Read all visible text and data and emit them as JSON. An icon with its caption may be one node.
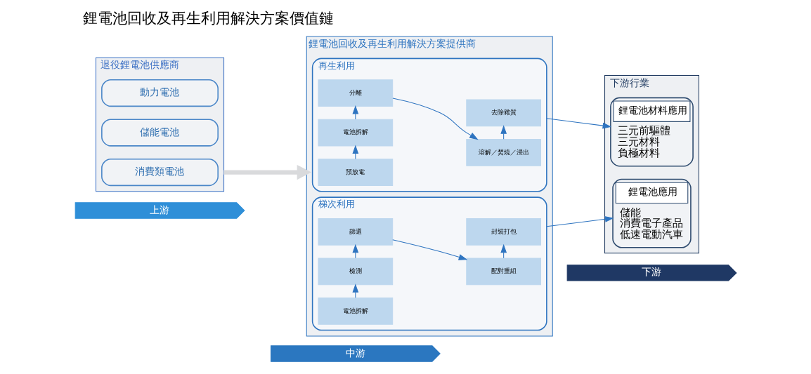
{
  "diagram": {
    "title": "鋰電池回收及再生利用解決方案價值鏈",
    "nodes": [
      {
        "text": [
          "上游"
        ]
      },
      {
        "text": [
          "中游"
        ]
      },
      {
        "text": [
          "下游"
        ]
      },
      {
        "text": [
          "退役鋰電池供應商"
        ]
      },
      {
        "text": [
          "動力電池"
        ],
        "in": 3
      },
      {
        "text": [
          "儲能電池"
        ],
        "in": 3
      },
      {
        "text": [
          "消費類電池"
        ],
        "in": 3
      },
      {
        "text": [
          "鋰電池回收及再生利用解決方案提供商"
        ]
      },
      {
        "text": [
          "再生利用"
        ],
        "in": 7
      },
      {
        "text": [
          "預放電"
        ],
        "in": 8
      },
      {
        "text": [
          "電池拆解"
        ],
        "in": 8
      },
      {
        "text": [
          "分離"
        ],
        "in": 8
      },
      {
        "text": [
          "溶解／焚燒／浸出"
        ],
        "in": 8
      },
      {
        "text": [
          "去除雜質"
        ],
        "in": 8
      },
      {
        "text": [
          "梯次利用"
        ],
        "in": 7
      },
      {
        "text": [
          "電池拆解"
        ],
        "in": 14
      },
      {
        "text": [
          "檢測"
        ],
        "in": 14
      },
      {
        "text": [
          "篩選"
        ],
        "in": 14
      },
      {
        "text": [
          "配對重組"
        ],
        "in": 14
      },
      {
        "text": [
          "封裝打包"
        ],
        "in": 14
      },
      {
        "text": [
          "下游行業"
        ]
      },
      {
        "text": [
          "鋰電池材料應用",
          "三元前驅體",
          "三元材料",
          "負極材料"
        ],
        "in": 20
      },
      {
        "text": [
          "鋰電池應用",
          "儲能",
          "消費電子產品",
          "低速電動汽車"
        ],
        "in": 20
      }
    ],
    "edges": [
      {
        "from": 3,
        "to": 7,
        "arrow": "to",
        "color": "#d9dadc",
        "style": "thick"
      },
      {
        "from": 9,
        "to": 10,
        "arrow": "to"
      },
      {
        "from": 10,
        "to": 11,
        "arrow": "to"
      },
      {
        "from": 11,
        "to": 12,
        "arrow": "to"
      },
      {
        "from": 12,
        "to": 13,
        "arrow": "to"
      },
      {
        "from": 15,
        "to": 16,
        "arrow": "to"
      },
      {
        "from": 16,
        "to": 17,
        "arrow": "to"
      },
      {
        "from": 17,
        "to": 18,
        "arrow": "to"
      },
      {
        "from": 18,
        "to": 19,
        "arrow": "to"
      },
      {
        "from": 8,
        "to": 21,
        "arrow": "to"
      },
      {
        "from": 14,
        "to": 22,
        "arrow": "to"
      }
    ]
  }
}
